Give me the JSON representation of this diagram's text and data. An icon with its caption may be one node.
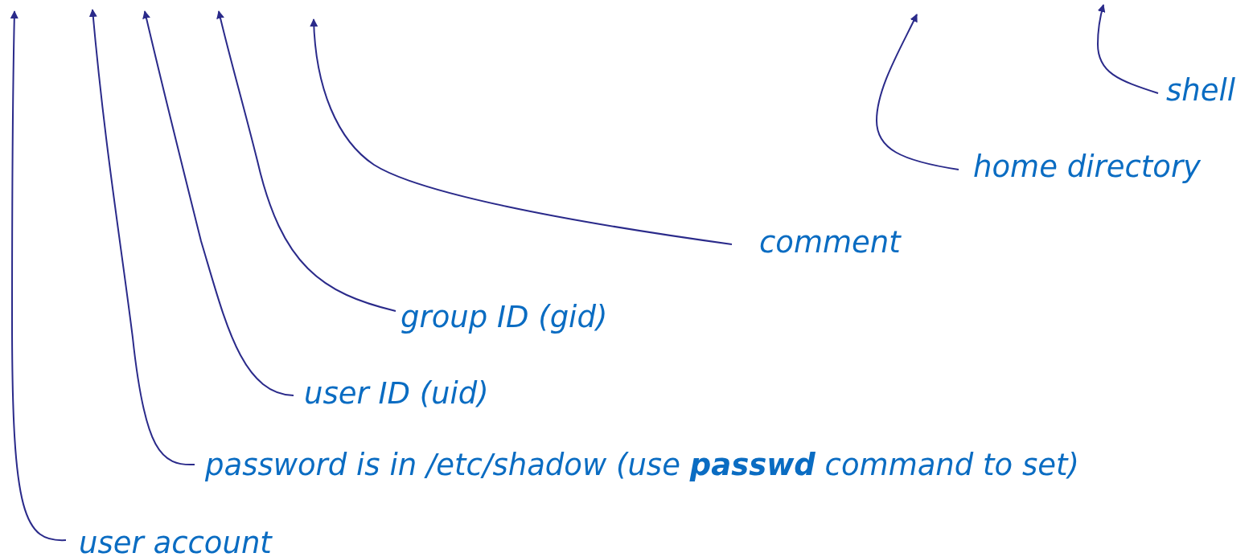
{
  "diagram": {
    "nodes": [
      {
        "text": [
          "shell"
        ]
      },
      {
        "text": [
          "home directory"
        ]
      },
      {
        "text": [
          "comment"
        ]
      },
      {
        "text": [
          "group ID (gid)"
        ]
      },
      {
        "text": [
          "user ID (uid)"
        ]
      },
      {
        "text": [
          "password is in /etc/shadow (use **passwd** command to set)"
        ]
      },
      {
        "text": [
          "user account"
        ]
      }
    ],
    "edges": [
      {
        "from": 0,
        "to": null,
        "arrow": "to"
      },
      {
        "from": 1,
        "to": null,
        "arrow": "to"
      },
      {
        "from": 2,
        "to": null,
        "arrow": "to"
      },
      {
        "from": 3,
        "to": null,
        "arrow": "to"
      },
      {
        "from": 4,
        "to": null,
        "arrow": "to"
      },
      {
        "from": 5,
        "to": null,
        "arrow": "to"
      },
      {
        "from": 6,
        "to": null,
        "arrow": "to"
      }
    ]
  }
}
